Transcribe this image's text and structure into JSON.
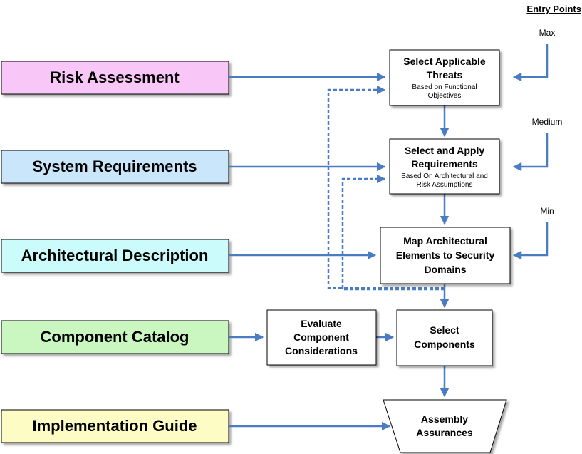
{
  "entry_points": {
    "title": "Entry Points",
    "max": "Max",
    "medium": "Medium",
    "min": "Min"
  },
  "inputs": {
    "risk": "Risk Assessment",
    "sysreq": "System Requirements",
    "arch": "Architectural Description",
    "catalog": "Component Catalog",
    "guide": "Implementation Guide"
  },
  "colors": {
    "risk": "#f9c7f7",
    "sysreq": "#c9e6fb",
    "arch": "#ccfbfb",
    "catalog": "#c9f7bf",
    "guide": "#fdfcc4",
    "flow": "#4a7cc4"
  },
  "steps": {
    "threats": {
      "line1": "Select Applicable",
      "line2": "Threats",
      "sub1": "Based on Functional",
      "sub2": "Objectives"
    },
    "reqs": {
      "line1": "Select and Apply",
      "line2": "Requirements",
      "sub1": "Based On Architectural and",
      "sub2": "Risk Assumptions"
    },
    "map": {
      "line1": "Map Architectural",
      "line2": "Elements to Security",
      "line3": "Domains"
    },
    "evaluate": {
      "line1": "Evaluate",
      "line2": "Component",
      "line3": "Considerations"
    },
    "select": {
      "line1": "Select",
      "line2": "Components"
    },
    "assembly": {
      "line1": "Assembly",
      "line2": "Assurances"
    }
  }
}
